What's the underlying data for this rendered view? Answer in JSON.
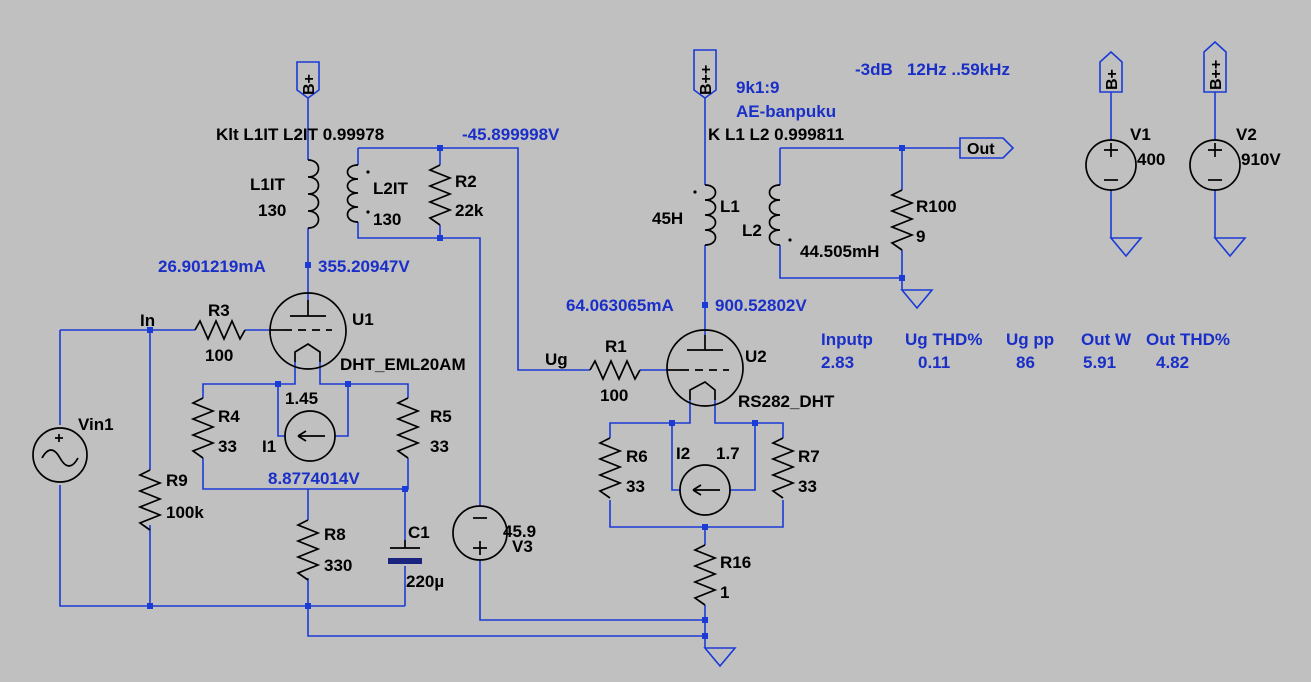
{
  "directives": {
    "coupling_input": "Klt L1IT L2IT 0.99978",
    "coupling_output": "K L1 L2 0.999811",
    "ratio": "9k1:9",
    "type": "AE-banpuku",
    "bandwidth": "-3dB   12Hz ..59kHz"
  },
  "nodes": {
    "n_grid2": "-45.899998V",
    "i_u1": "26.901219mA",
    "v_u1p": "355.20947V",
    "v_u1k": "8.8774014V",
    "i_u2": "64.063065mA",
    "v_u2p": "900.52802V"
  },
  "ports": {
    "bplus": "B+",
    "bplusplus": "B++",
    "out": "Out",
    "in": "In",
    "ug": "Ug"
  },
  "components": {
    "L1IT": {
      "name": "L1IT",
      "value": "130"
    },
    "L2IT": {
      "name": "L2IT",
      "value": "130"
    },
    "R2": {
      "name": "R2",
      "value": "22k"
    },
    "R3": {
      "name": "R3",
      "value": "100"
    },
    "U1": {
      "name": "U1",
      "model": "DHT_EML20AM"
    },
    "I1": {
      "name": "I1",
      "value": "1.45"
    },
    "R4": {
      "name": "R4",
      "value": "33"
    },
    "R5": {
      "name": "R5",
      "value": "33"
    },
    "R8": {
      "name": "R8",
      "value": "330"
    },
    "C1": {
      "name": "C1",
      "value": "220µ"
    },
    "R9": {
      "name": "R9",
      "value": "100k"
    },
    "Vin1": {
      "name": "Vin1"
    },
    "V3": {
      "name": "V3",
      "value": "45.9"
    },
    "L1": {
      "name": "L1",
      "value": "45H"
    },
    "L2": {
      "name": "L2",
      "value": "44.505mH"
    },
    "R100": {
      "name": "R100",
      "value": "9"
    },
    "R1": {
      "name": "R1",
      "value": "100"
    },
    "U2": {
      "name": "U2",
      "model": "RS282_DHT"
    },
    "I2": {
      "name": "I2",
      "value": "1.7"
    },
    "R6": {
      "name": "R6",
      "value": "33"
    },
    "R7": {
      "name": "R7",
      "value": "33"
    },
    "R16": {
      "name": "R16",
      "value": "1"
    },
    "V1": {
      "name": "V1",
      "value": "400"
    },
    "V2": {
      "name": "V2",
      "value": "910V"
    }
  },
  "results": {
    "headers": [
      "Inputp",
      "Ug THD%",
      "Ug pp",
      "Out W",
      "Out THD%"
    ],
    "values": [
      "2.83",
      "0.11",
      "86",
      "5.91",
      "4.82"
    ]
  }
}
